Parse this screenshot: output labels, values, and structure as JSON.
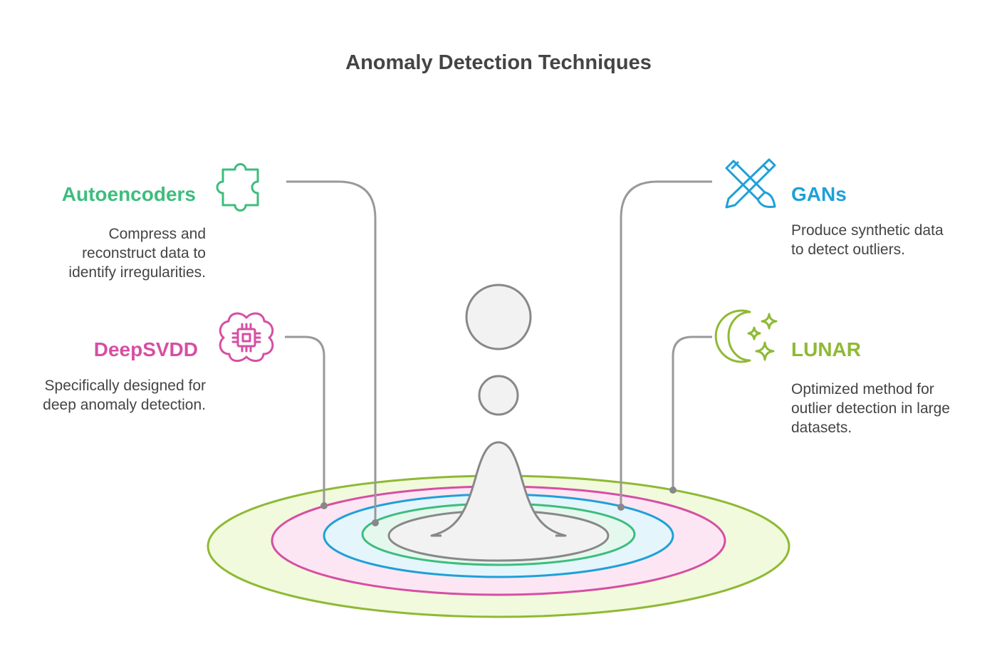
{
  "title": "Anomaly Detection Techniques",
  "techniques": [
    {
      "id": "autoencoders",
      "name": "Autoencoders",
      "description_lines": [
        "Compress and",
        "reconstruct data to",
        "identify irregularities."
      ],
      "color": "#3dbd7d",
      "fill": "#e5f8ee",
      "icon": "puzzle-icon"
    },
    {
      "id": "deepsvdd",
      "name": "DeepSVDD",
      "description_lines": [
        "Specifically designed for",
        "deep anomaly detection."
      ],
      "color": "#d64fa3",
      "fill": "#fce6f3",
      "icon": "brain-chip-icon"
    },
    {
      "id": "gans",
      "name": "GANs",
      "description_lines": [
        "Produce synthetic data",
        "to detect outliers."
      ],
      "color": "#1fa0d8",
      "fill": "#e5f5fc",
      "icon": "pen-brush-icon"
    },
    {
      "id": "lunar",
      "name": "LUNAR",
      "description_lines": [
        "Optimized method for",
        "outlier detection in large",
        "datasets."
      ],
      "color": "#8fb935",
      "fill": "#f1fadc",
      "icon": "moon-stars-icon"
    }
  ],
  "colors": {
    "connector": "#999999",
    "core": "#f2f2f2",
    "core_stroke": "#888888",
    "text": "#444444"
  }
}
